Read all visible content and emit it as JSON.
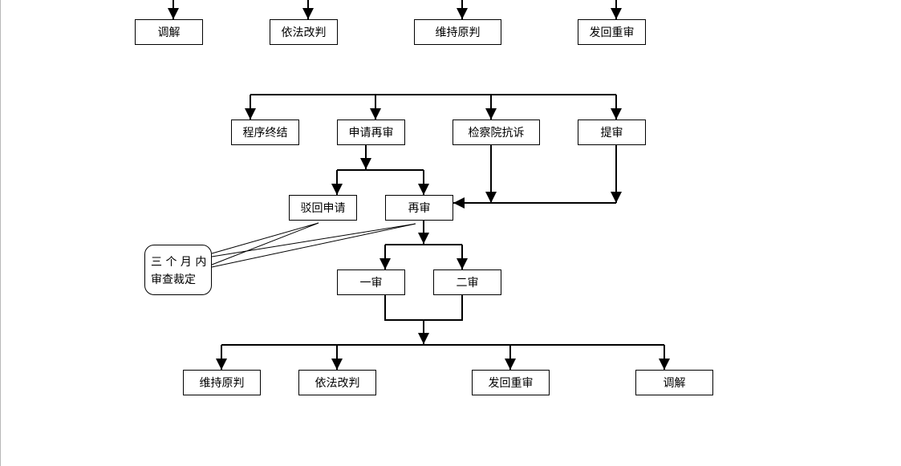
{
  "top_row": [
    "调解",
    "依法改判",
    "维持原判",
    "发回重审"
  ],
  "level1": [
    "程序终结",
    "申请再审",
    "检察院抗诉",
    "提审"
  ],
  "level2": [
    "驳回申请",
    "再审"
  ],
  "level3": [
    "一审",
    "二审"
  ],
  "bottom_row": [
    "维持原判",
    "依法改判",
    "发回重审",
    "调解"
  ],
  "note": {
    "line1": "三 个 月 内",
    "line2": "审查裁定"
  }
}
